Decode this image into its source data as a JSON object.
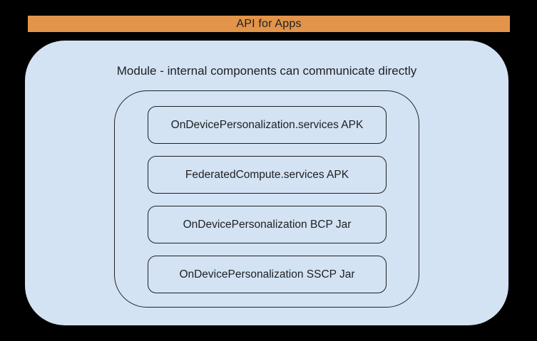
{
  "diagram": {
    "background_color": "#000000"
  },
  "banner": {
    "label": "API for Apps",
    "fill_color": "#E2944A",
    "text_color": "#202124"
  },
  "module": {
    "title": "Module - internal components can communicate directly",
    "fill_color": "#D3E3F4",
    "outline_color": "#202124",
    "components": [
      {
        "label": "OnDevicePersonalization.services APK"
      },
      {
        "label": "FederatedCompute.services APK"
      },
      {
        "label": "OnDevicePersonalization BCP Jar"
      },
      {
        "label": "OnDevicePersonalization SSCP Jar"
      }
    ]
  }
}
